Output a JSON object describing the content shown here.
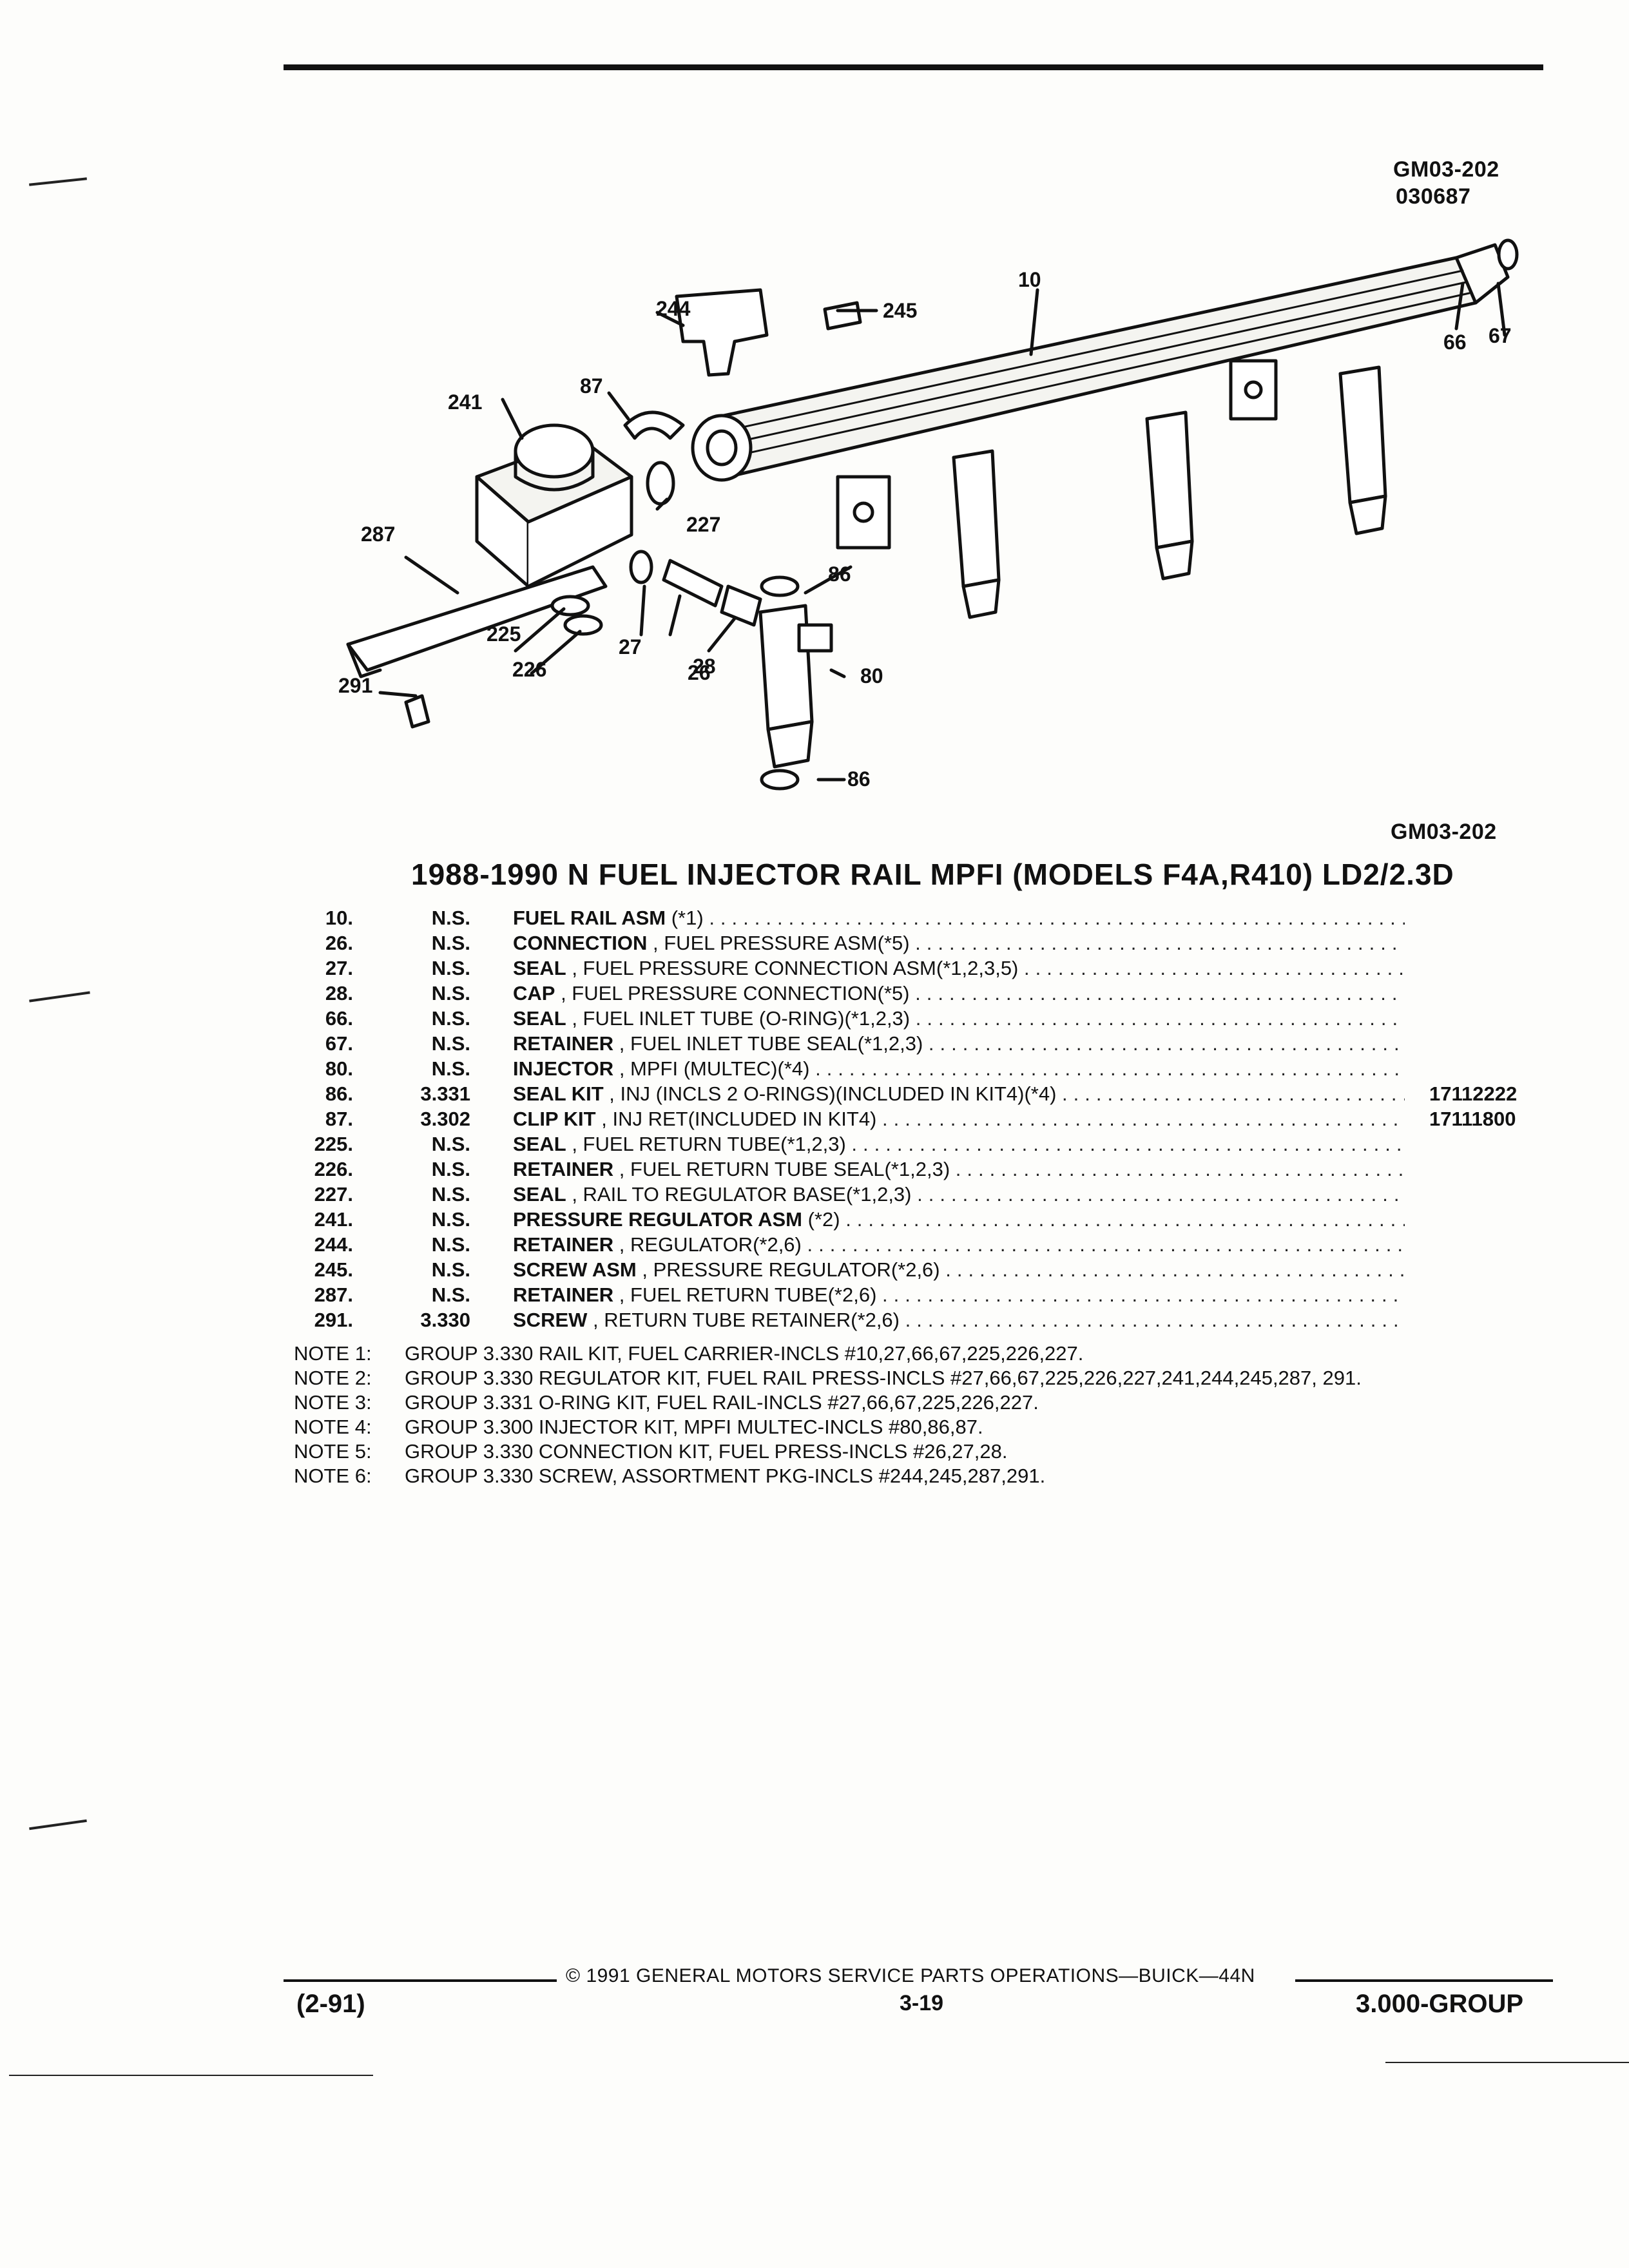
{
  "header": {
    "figure_code": "GM03-202",
    "figure_date": "030687"
  },
  "diagram": {
    "callouts": [
      "10",
      "26",
      "27",
      "28",
      "66",
      "67",
      "80",
      "86",
      "86",
      "87",
      "225",
      "226",
      "227",
      "241",
      "244",
      "245",
      "287",
      "291"
    ],
    "bottom_code": "GM03-202"
  },
  "title": "1988-1990 N FUEL INJECTOR RAIL MPFI (MODELS F4A,R410) LD2/2.3D",
  "parts": [
    {
      "no": "10.",
      "group": "N.S.",
      "name": "FUEL RAIL ASM",
      "desc": "(*1)",
      "part": ""
    },
    {
      "no": "26.",
      "group": "N.S.",
      "name": "CONNECTION",
      "desc": ", FUEL PRESSURE ASM(*5)",
      "part": ""
    },
    {
      "no": "27.",
      "group": "N.S.",
      "name": "SEAL",
      "desc": ", FUEL PRESSURE CONNECTION ASM(*1,2,3,5)",
      "part": ""
    },
    {
      "no": "28.",
      "group": "N.S.",
      "name": "CAP",
      "desc": ", FUEL PRESSURE CONNECTION(*5)",
      "part": ""
    },
    {
      "no": "66.",
      "group": "N.S.",
      "name": "SEAL",
      "desc": ", FUEL INLET TUBE (O-RING)(*1,2,3)",
      "part": ""
    },
    {
      "no": "67.",
      "group": "N.S.",
      "name": "RETAINER",
      "desc": ", FUEL INLET TUBE SEAL(*1,2,3)",
      "part": ""
    },
    {
      "no": "80.",
      "group": "N.S.",
      "name": "INJECTOR",
      "desc": ", MPFI (MULTEC)(*4)",
      "part": ""
    },
    {
      "no": "86.",
      "group": "3.331",
      "name": "SEAL KIT",
      "desc": ", INJ (INCLS 2 O-RINGS)(INCLUDED IN KIT4)(*4)",
      "part": "17112222"
    },
    {
      "no": "87.",
      "group": "3.302",
      "name": "CLIP KIT",
      "desc": ", INJ RET(INCLUDED IN KIT4)",
      "part": "17111800"
    },
    {
      "no": "225.",
      "group": "N.S.",
      "name": "SEAL",
      "desc": ", FUEL RETURN TUBE(*1,2,3)",
      "part": ""
    },
    {
      "no": "226.",
      "group": "N.S.",
      "name": "RETAINER",
      "desc": ", FUEL RETURN TUBE SEAL(*1,2,3)",
      "part": ""
    },
    {
      "no": "227.",
      "group": "N.S.",
      "name": "SEAL",
      "desc": ", RAIL TO REGULATOR BASE(*1,2,3)",
      "part": ""
    },
    {
      "no": "241.",
      "group": "N.S.",
      "name": "PRESSURE REGULATOR ASM",
      "desc": "(*2)",
      "part": ""
    },
    {
      "no": "244.",
      "group": "N.S.",
      "name": "RETAINER",
      "desc": ", REGULATOR(*2,6)",
      "part": ""
    },
    {
      "no": "245.",
      "group": "N.S.",
      "name": "SCREW ASM",
      "desc": ", PRESSURE REGULATOR(*2,6)",
      "part": ""
    },
    {
      "no": "287.",
      "group": "N.S.",
      "name": "RETAINER",
      "desc": ", FUEL RETURN TUBE(*2,6)",
      "part": ""
    },
    {
      "no": "291.",
      "group": "3.330",
      "name": "SCREW",
      "desc": ", RETURN TUBE RETAINER(*2,6)",
      "part": ""
    }
  ],
  "notes": [
    {
      "label": "NOTE 1:",
      "text": "GROUP 3.330 RAIL KIT, FUEL CARRIER-INCLS #10,27,66,67,225,226,227."
    },
    {
      "label": "NOTE 2:",
      "text": "GROUP 3.330 REGULATOR KIT, FUEL RAIL PRESS-INCLS #27,66,67,225,226,227,241,244,245,287, 291."
    },
    {
      "label": "NOTE 3:",
      "text": "GROUP 3.331 O-RING KIT, FUEL RAIL-INCLS #27,66,67,225,226,227."
    },
    {
      "label": "NOTE 4:",
      "text": "GROUP 3.300 INJECTOR KIT, MPFI MULTEC-INCLS #80,86,87."
    },
    {
      "label": "NOTE 5:",
      "text": "GROUP 3.330 CONNECTION KIT, FUEL PRESS-INCLS #26,27,28."
    },
    {
      "label": "NOTE 6:",
      "text": "GROUP 3.330 SCREW, ASSORTMENT PKG-INCLS #244,245,287,291."
    }
  ],
  "footer": {
    "copyright": "© 1991 GENERAL MOTORS SERVICE PARTS OPERATIONS—BUICK—44N",
    "page": "3-19",
    "date_code": "(2-91)",
    "group": "3.000-GROUP"
  }
}
